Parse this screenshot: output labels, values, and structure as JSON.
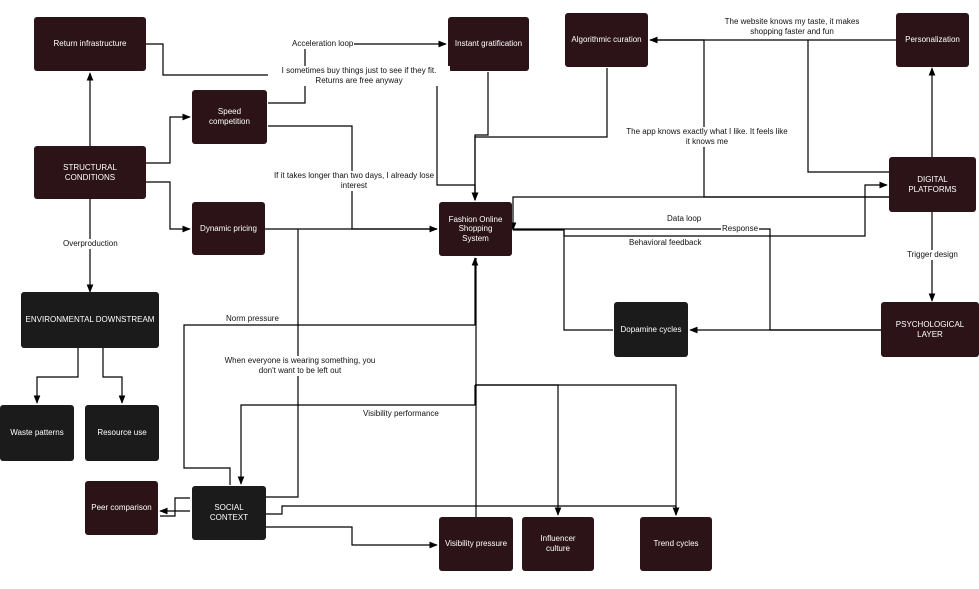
{
  "nodes": {
    "return_infrastructure": "Return infrastructure",
    "instant_gratification": "Instant gratification",
    "algorithmic_curation": "Algorithmic curation",
    "personalization": "Personalization",
    "speed_competition": "Speed\ncompetition",
    "structural_conditions": "STRUCTURAL CONDITIONS",
    "digital_platforms": "DIGITAL\nPLATFORMS",
    "dynamic_pricing": "Dynamic pricing",
    "fashion_system": "Fashion Online\nShopping\nSystem",
    "environmental_downstream": "ENVIRONMENTAL DOWNSTREAM",
    "psychological_layer": "PSYCHOLOGICAL LAYER",
    "dopamine_cycles": "Dopamine cycles",
    "waste_patterns": "Waste patterns",
    "resource_use": "Resource use",
    "peer_comparison": "Peer comparison",
    "social_context": "SOCIAL\nCONTEXT",
    "visibility_pressure": "Visibility pressure",
    "influencer_culture": "Influencer\nculture",
    "trend_cycles": "Trend cycles"
  },
  "labels": {
    "acceleration_loop": "Acceleration loop",
    "buy_to_see_fit": "I sometimes buy things just to see if they fit.\nReturns are free anyway",
    "website_knows_taste": "The website  knows my taste, it makes\nshopping faster and fun",
    "app_knows": "The app knows exactly what I like. It feels like\nit knows me",
    "two_days": "If it takes longer than two days, I already lose\ninterest",
    "data_loop": "Data loop",
    "response": "Response",
    "behavioral_feedback": "Behavioral feedback",
    "overproduction": "Overproduction",
    "trigger_design": "Trigger design",
    "norm_pressure": "Norm pressure",
    "everyone_wearing": "When everyone is wearing something, you\ndon't want to be left out",
    "visibility_performance": "Visibility performance"
  }
}
